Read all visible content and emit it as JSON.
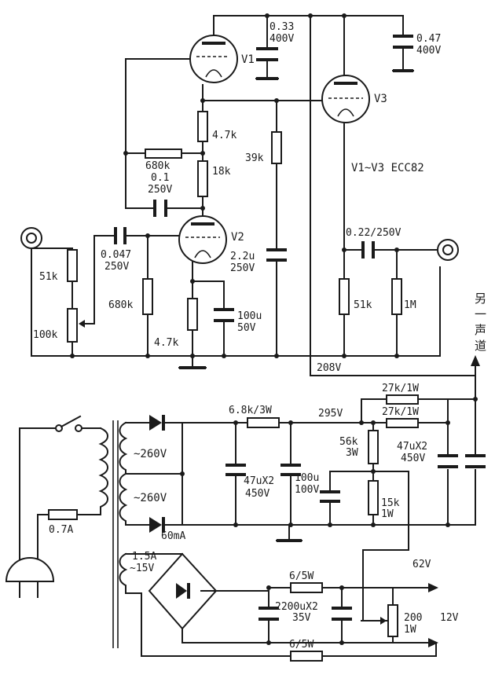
{
  "tubes": {
    "v1": "V1",
    "v2": "V2",
    "v3": "V3",
    "type_note": "V1~V3  ECC82"
  },
  "components": {
    "c_033": "0.33",
    "c_033_v": "400V",
    "c_047": "0.47",
    "c_047_v": "400V",
    "r_4k7_top": "4.7k",
    "r_680k_fb": "680k",
    "r_18k": "18k",
    "c_01": "0.1",
    "c_01_v": "250V",
    "r_39k": "39k",
    "c_22u": "2.2u",
    "c_22u_v": "250V",
    "c_0047": "0.047",
    "c_0047_v": "250V",
    "r_51k_in": "51k",
    "pot_100k": "100k",
    "r_680k_grid": "680k",
    "r_4k7_cath": "4.7k",
    "c_100u": "100u",
    "c_100u_v": "50V",
    "c_out": "0.22/250V",
    "r_51k_out": "51k",
    "r_1m": "1M"
  },
  "supply": {
    "v208": "208V",
    "v295": "295V",
    "r_68k3w": "6.8k/3W",
    "r_27k_a": "27k/1W",
    "r_27k_b": "27k/1W",
    "c_47ux2_a": "47uX2",
    "c_47ux2_a_v": "450V",
    "c_47ux2_b": "47uX2",
    "c_47ux2_b_v": "450V",
    "r_56k": "56k",
    "r_56k_w": "3W",
    "c_100u_ps": "100u",
    "c_100u_ps_v": "100V",
    "r_15k": "15k",
    "r_15k_w": "1W",
    "v62": "62V",
    "sec_260a": "~260V",
    "sec_260b": "~260V",
    "sec_60ma": "60mA",
    "sec_15a": "1.5A",
    "sec_15v": "~15V",
    "fuse": "0.7A",
    "r_65w_a": "6/5W",
    "r_65w_b": "6/5W",
    "c_2200": "2200uX2",
    "c_2200_v": "35V",
    "pot_200": "200",
    "pot_200_w": "1W",
    "v12": "12V",
    "other_channel": "另一声道"
  }
}
